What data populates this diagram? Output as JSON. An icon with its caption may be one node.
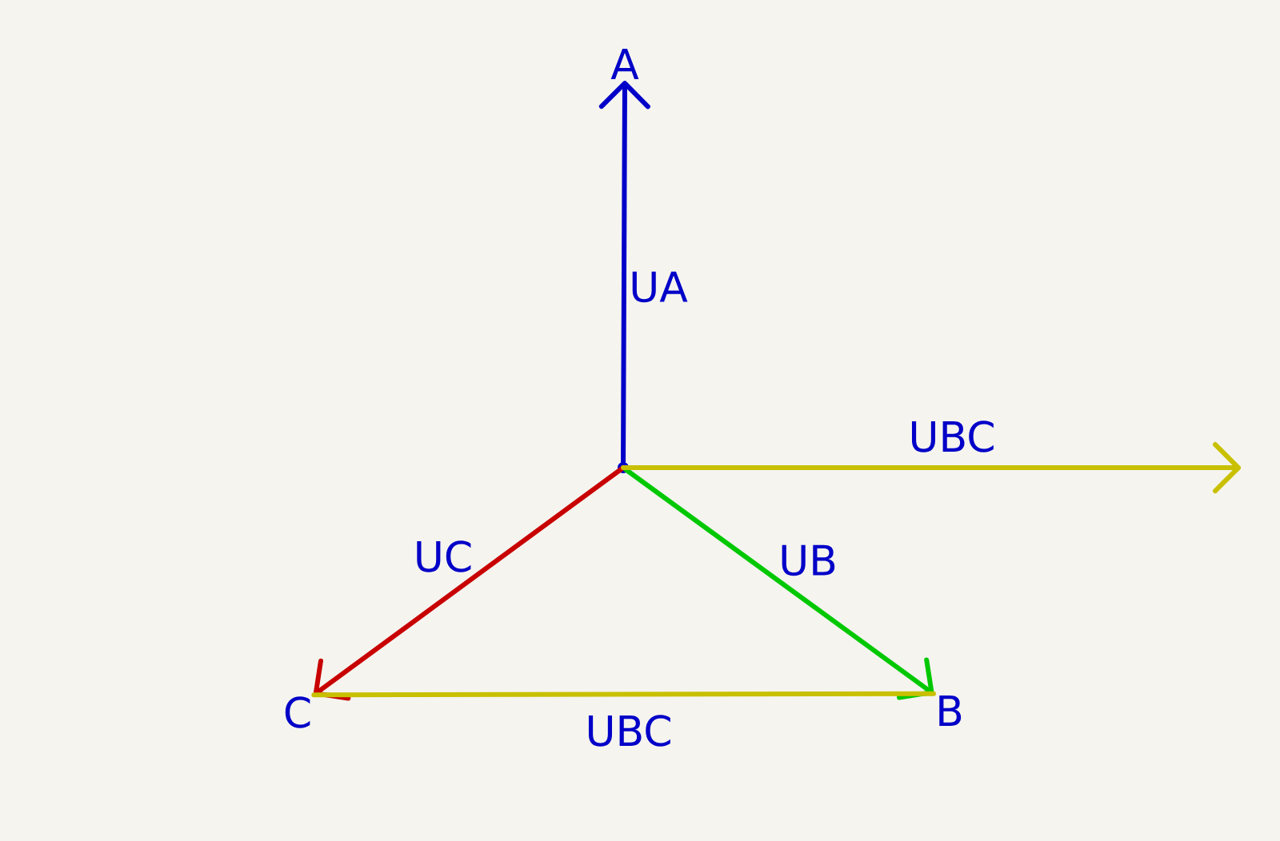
{
  "diagram": {
    "nodes": [
      {
        "text": [
          "A"
        ]
      },
      {
        "text": [
          "B"
        ]
      },
      {
        "text": [
          "C"
        ]
      },
      {
        "text": [],
        "shape": "point"
      }
    ],
    "edges": [
      {
        "from": 3,
        "to": 0,
        "arrow": "to",
        "label": "UA",
        "color": "#0000c8"
      },
      {
        "from": 3,
        "to": 1,
        "arrow": "to",
        "label": "UB",
        "color": "#00c800"
      },
      {
        "from": 3,
        "to": 2,
        "arrow": "to",
        "label": "UC",
        "color": "#c80000"
      },
      {
        "from": 3,
        "to": null,
        "arrow": "to",
        "label": "UBC",
        "color": "#c8c000"
      },
      {
        "from": 2,
        "to": 1,
        "arrow": "none",
        "label": "UBC",
        "color": "#c8c000"
      }
    ]
  }
}
